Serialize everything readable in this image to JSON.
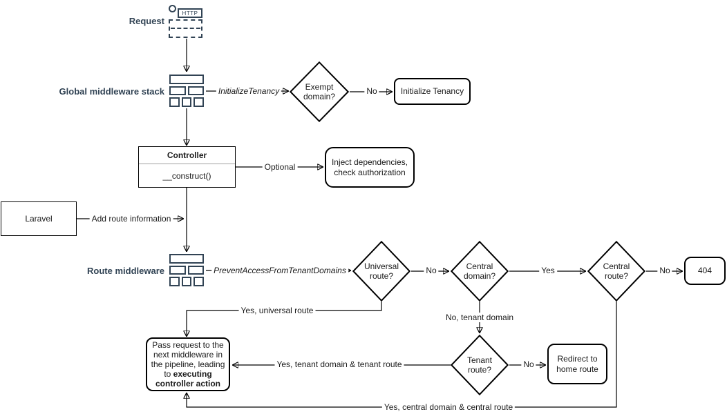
{
  "nodes": {
    "request": {
      "label": "Request",
      "icon_text": "HTTP"
    },
    "global_middleware": {
      "label": "Global middleware stack"
    },
    "exempt_domain": {
      "label": "Exempt domain?"
    },
    "initialize_tenancy": {
      "label": "Initialize Tenancy"
    },
    "controller": {
      "title": "Controller",
      "method": "__construct()"
    },
    "inject": {
      "label": "Inject dependencies, check authorization"
    },
    "laravel": {
      "label": "Laravel"
    },
    "route_middleware": {
      "label": "Route middleware"
    },
    "universal_route": {
      "label": "Universal route?"
    },
    "central_domain": {
      "label": "Central domain?"
    },
    "central_route": {
      "label": "Central route?"
    },
    "not_found": {
      "label": "404"
    },
    "tenant_route": {
      "label": "Tenant route?"
    },
    "redirect_home": {
      "label": "Redirect to home route"
    },
    "pass_request": {
      "text": "Pass request to the next middleware in the pipeline, leading to ",
      "bold": "executing controller action"
    }
  },
  "edges": {
    "initialize_tenancy_mw": "InitializeTenancy",
    "exempt_no": "No",
    "optional": "Optional",
    "add_route_info": "Add route information",
    "prevent_access_mw": "PreventAccessFromTenantDomains",
    "universal_no": "No",
    "central_domain_yes": "Yes",
    "central_route_no": "No",
    "universal_yes": "Yes, universal route",
    "central_domain_no": "No, tenant domain",
    "tenant_no": "No",
    "tenant_yes": "Yes, tenant domain & tenant route",
    "central_route_yes": "Yes, central domain & central route"
  },
  "icons": {
    "request": "http-request-icon",
    "middleware": "middleware-stack-icon"
  },
  "colors": {
    "accent": "#314354",
    "line": "#000000",
    "background": "#ffffff"
  }
}
